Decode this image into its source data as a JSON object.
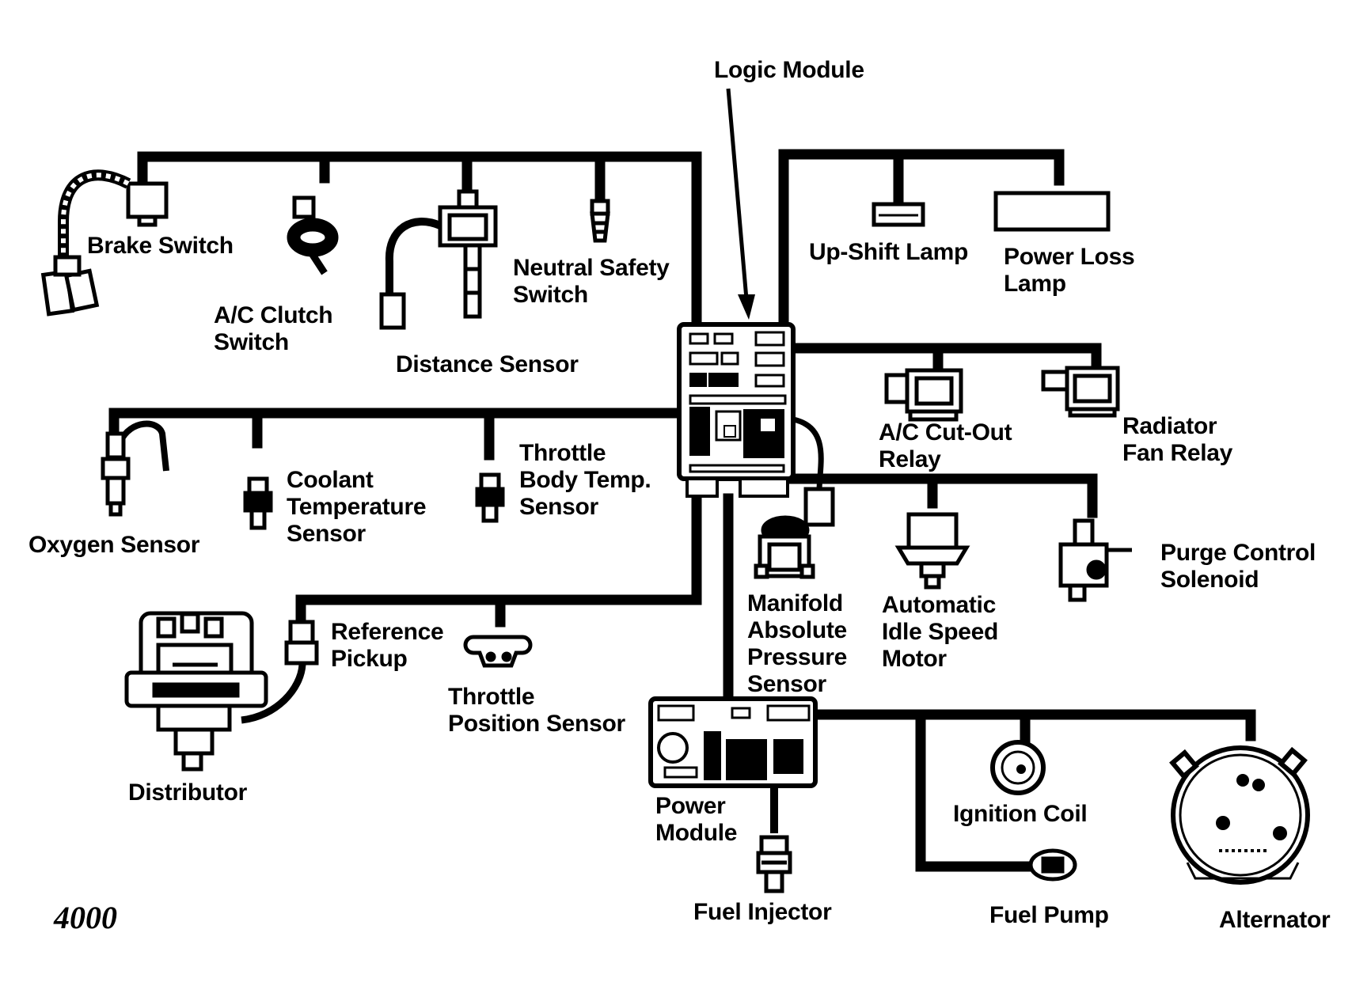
{
  "figure_number": "4000",
  "colors": {
    "ink": "#000000",
    "paper": "#ffffff"
  },
  "components": {
    "logic_module": "Logic Module",
    "brake_switch": "Brake Switch",
    "ac_clutch_switch": "A/C Clutch\nSwitch",
    "distance_sensor": "Distance Sensor",
    "neutral_safety_switch": "Neutral Safety\nSwitch",
    "up_shift_lamp": "Up-Shift Lamp",
    "power_loss_lamp": "Power Loss\nLamp",
    "ac_cutout_relay": "A/C Cut-Out\nRelay",
    "radiator_fan_relay": "Radiator\nFan Relay",
    "oxygen_sensor": "Oxygen Sensor",
    "coolant_temp_sensor": "Coolant\nTemperature\nSensor",
    "throttle_body_temp_sensor": "Throttle\nBody Temp.\nSensor",
    "purge_control_solenoid": "Purge Control\nSolenoid",
    "map_sensor": "Manifold\nAbsolute\nPressure\nSensor",
    "idle_speed_motor": "Automatic\nIdle Speed\nMotor",
    "reference_pickup": "Reference\nPickup",
    "throttle_position_sensor": "Throttle\nPosition Sensor",
    "distributor": "Distributor",
    "power_module": "Power\nModule",
    "ignition_coil": "Ignition Coil",
    "fuel_injector": "Fuel Injector",
    "fuel_pump": "Fuel Pump",
    "alternator": "Alternator"
  }
}
